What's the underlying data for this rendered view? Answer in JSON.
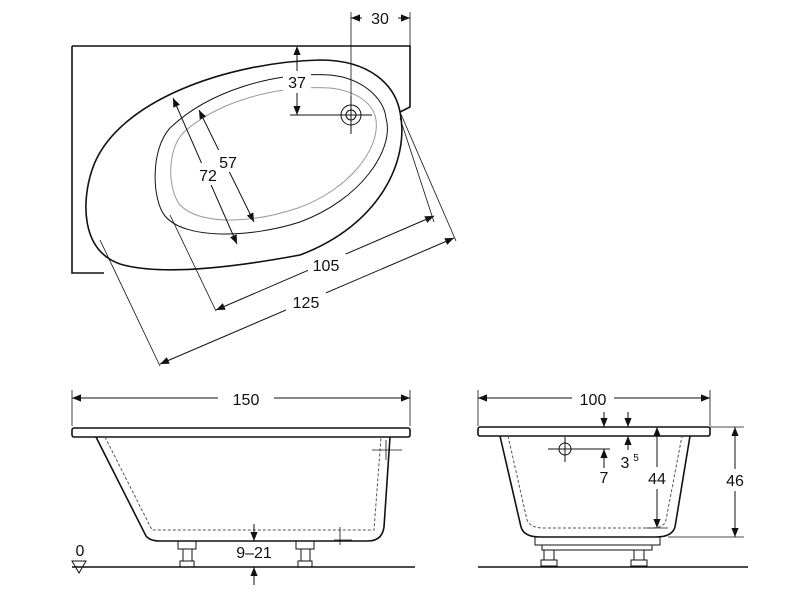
{
  "top_view": {
    "dim_drain_offset": "30",
    "dim_drain_depth": "37",
    "dim_inner_width": "57",
    "dim_outer_width": "72",
    "dim_inner_length": "105",
    "dim_outer_length": "125"
  },
  "front_view": {
    "dim_length": "150",
    "dim_feet": "9–21",
    "floor_level": "0"
  },
  "side_view": {
    "dim_width": "100",
    "dim_rim": "3",
    "dim_rim_sup": "5",
    "dim_overflow": "7",
    "dim_inner_depth": "44",
    "dim_height": "46"
  },
  "colors": {
    "line": "#111111",
    "inner_outline": "#999999",
    "background": "#ffffff"
  }
}
